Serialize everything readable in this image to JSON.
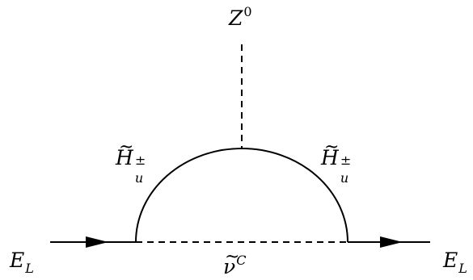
{
  "diagram": {
    "labels": {
      "z_boson": {
        "base": "Z",
        "sup": "0"
      },
      "higgsino_left": {
        "base": "H",
        "tilde": "~",
        "sup": "±",
        "sub": "u"
      },
      "higgsino_right": {
        "base": "H",
        "tilde": "~",
        "sup": "±",
        "sub": "u"
      },
      "sneutrino": {
        "base": "ν",
        "tilde": "~",
        "sup": "C"
      },
      "incoming_lepton": {
        "base": "E",
        "sub": "L"
      },
      "outgoing_lepton": {
        "base": "E",
        "sub": "L"
      }
    },
    "colors": {
      "line": "#000000",
      "background": "#ffffff"
    }
  }
}
